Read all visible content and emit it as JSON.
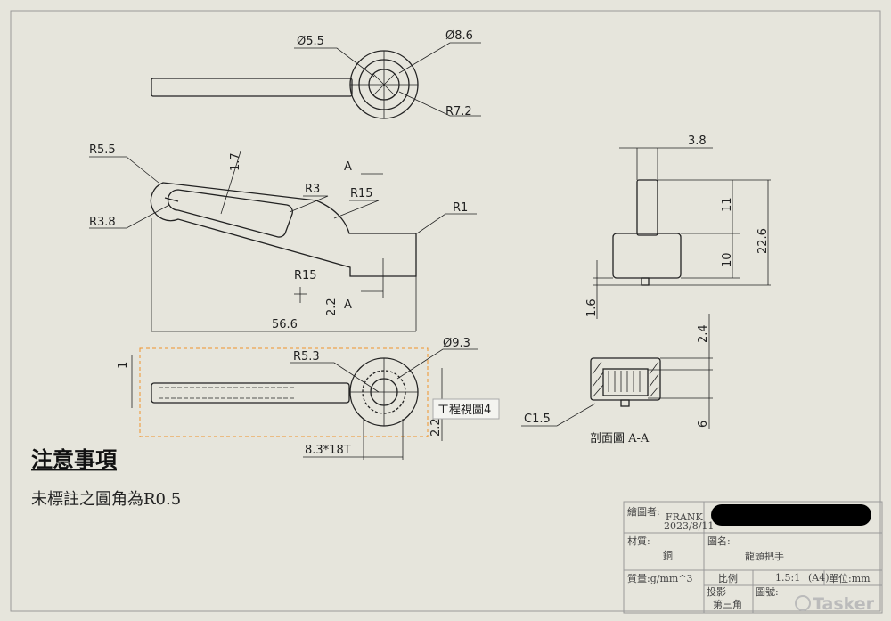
{
  "top_view": {
    "dia_inner": "Ø5.5",
    "dia_outer": "Ø8.6",
    "radius": "R7.2"
  },
  "front_view": {
    "r_loop": "R5.5",
    "thickness": "1.7",
    "r_slot": "R3",
    "r_bend_top": "R15",
    "r_corner": "R1",
    "r_inner_loop": "R3.8",
    "r_bend_bottom": "R15",
    "offset": "2.2",
    "section_mark_top": "A",
    "section_mark_bottom": "A",
    "length": "56.6"
  },
  "bottom_view": {
    "r_spline": "R5.3",
    "dia_spline": "Ø9.3",
    "rod_dim": "1",
    "offset": "2.2",
    "spline_spec": "8.3*18T",
    "tooltip": "工程視圖4"
  },
  "side_view": {
    "stem_width": "3.8",
    "stem_height": "11",
    "body_height": "10",
    "total_height": "22.6",
    "notch": "1.6"
  },
  "section_view": {
    "dim_top": "2.4",
    "dim_bottom": "6",
    "chamfer": "C1.5",
    "title": "剖面圖 A-A"
  },
  "notes": {
    "heading": "注意事項",
    "text": "未標註之圓角為R0.5"
  },
  "title_block": {
    "drawn_by_label": "繪圖者:",
    "drawn_by": "FRANK",
    "date": "2023/8/11",
    "material_label": "材質:",
    "material": "銅",
    "name_label": "圖名:",
    "name": "龍頭把手",
    "mass_label": "質量:g/mm^3",
    "scale_label": "比例",
    "scale": "1.5:1",
    "scale_note": "(A4)",
    "unit": "單位:mm",
    "projection_label": "投影",
    "projection": "第三角",
    "number_label": "圖號:",
    "watermark": "Tasker"
  }
}
